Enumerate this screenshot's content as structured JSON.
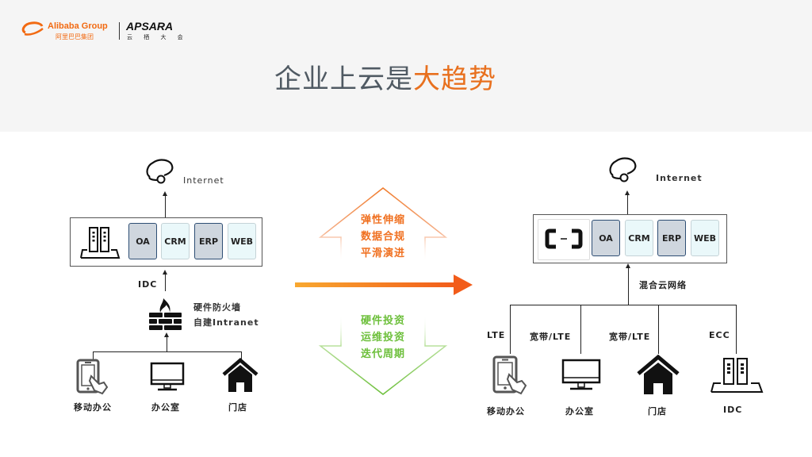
{
  "header": {
    "brand": {
      "name": "Alibaba Group",
      "name_cn": "阿里巴巴集团"
    },
    "event": {
      "name": "APSARA",
      "name_cn": "云 栖 大 会"
    },
    "title_main": "企业上云是",
    "title_accent": "大趋势",
    "accent_color": "#e8701e"
  },
  "left_diagram": {
    "internet_label": "Internet",
    "apps": [
      "OA",
      "CRM",
      "ERP",
      "WEB"
    ],
    "idc_label": "IDC",
    "firewall_label_1": "硬件防火墙",
    "firewall_label_2": "自建Intranet",
    "endpoints": [
      {
        "label": "移动办公",
        "icon": "mobile-touch-icon"
      },
      {
        "label": "办公室",
        "icon": "monitor-icon"
      },
      {
        "label": "门店",
        "icon": "house-icon"
      }
    ]
  },
  "middle": {
    "up_items": [
      "弹性伸缩",
      "数据合规",
      "平滑演进"
    ],
    "down_items": [
      "硬件投资",
      "运维投资",
      "迭代周期"
    ],
    "up_color": "#f07020",
    "down_color": "#6cbf3a",
    "arrow_color": "#f26a12"
  },
  "right_diagram": {
    "internet_label": "Internet",
    "apps": [
      "OA",
      "CRM",
      "ERP",
      "WEB"
    ],
    "network_label": "混合云网络",
    "connections": [
      {
        "link": "LTE",
        "label": "移动办公",
        "icon": "mobile-touch-icon"
      },
      {
        "link": "宽带/LTE",
        "label": "办公室",
        "icon": "monitor-icon"
      },
      {
        "link": "宽带/LTE",
        "label": "门店",
        "icon": "house-icon"
      },
      {
        "link": "ECC",
        "label": "IDC",
        "icon": "server-rack-icon"
      }
    ]
  }
}
